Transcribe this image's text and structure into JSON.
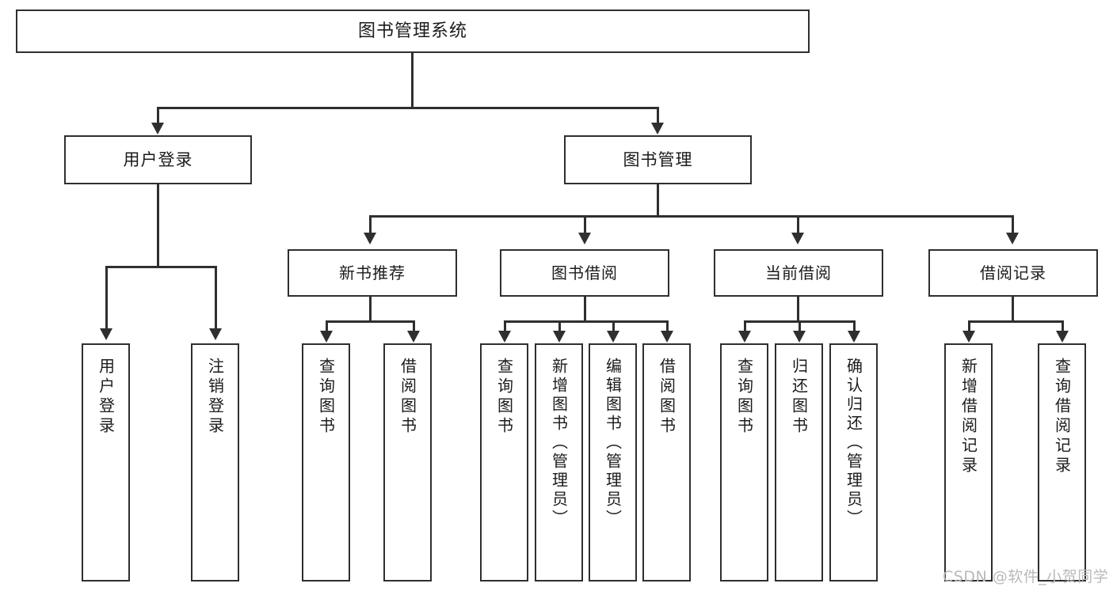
{
  "diagram": {
    "title": "图书管理系统",
    "type": "tree-hierarchy",
    "root": {
      "label": "图书管理系统"
    },
    "level2": [
      {
        "label": "用户登录"
      },
      {
        "label": "图书管理"
      }
    ],
    "level3": [
      {
        "label": "新书推荐"
      },
      {
        "label": "图书借阅"
      },
      {
        "label": "当前借阅"
      },
      {
        "label": "借阅记录"
      }
    ],
    "leaves": {
      "user_login": [
        {
          "label": "用户登录"
        },
        {
          "label": "注销登录"
        }
      ],
      "new_book_recommend": [
        {
          "label": "查询图书"
        },
        {
          "label": "借阅图书"
        }
      ],
      "book_borrow": [
        {
          "label": "查询图书"
        },
        {
          "label": "新增图书（管理员）"
        },
        {
          "label": "编辑图书（管理员）"
        },
        {
          "label": "借阅图书"
        }
      ],
      "current_borrow": [
        {
          "label": "查询图书"
        },
        {
          "label": "归还图书"
        },
        {
          "label": "确认归还（管理员）"
        }
      ],
      "borrow_record": [
        {
          "label": "新增借阅记录"
        },
        {
          "label": "查询借阅记录"
        }
      ]
    }
  },
  "watermark": {
    "text": "CSDN @软件_小贺同学"
  },
  "colors": {
    "border": "#2f2f2f",
    "background": "#ffffff",
    "text": "#1b1b1b",
    "watermark": "#b9b9b9"
  }
}
